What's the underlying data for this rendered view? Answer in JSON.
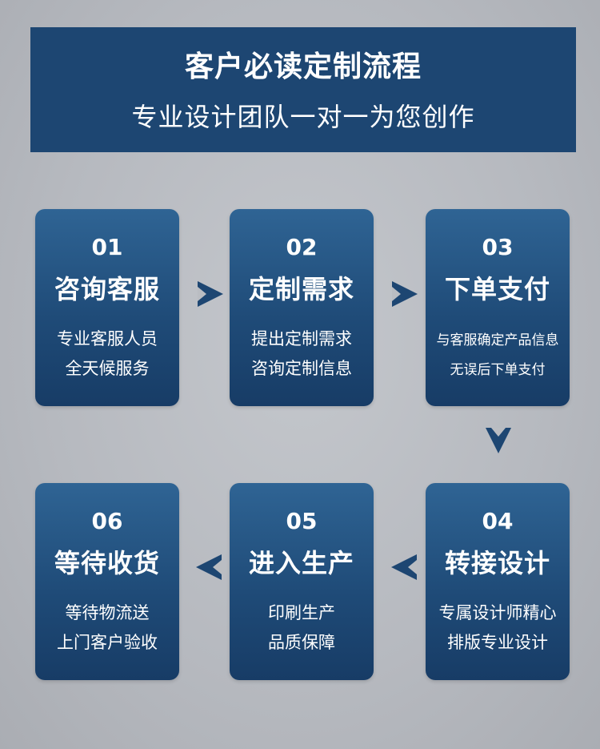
{
  "header": {
    "title": "客户必读定制流程",
    "subtitle": "专业设计团队一对一为您创作"
  },
  "colors": {
    "header_bg": "#1d4672",
    "card_top": "#2f6494",
    "card_bottom": "#173c66",
    "arrow": "#1d4672",
    "text": "#ffffff"
  },
  "steps": [
    {
      "num": "01",
      "title": "咨询客服",
      "line1": "专业客服人员",
      "line2": "全天候服务"
    },
    {
      "num": "02",
      "title": "定制需求",
      "line1": "提出定制需求",
      "line2": "咨询定制信息"
    },
    {
      "num": "03",
      "title": "下单支付",
      "line1": "与客服确定产品信息",
      "line2": "无误后下单支付"
    },
    {
      "num": "04",
      "title": "转接设计",
      "line1": "专属设计师精心",
      "line2": "排版专业设计"
    },
    {
      "num": "05",
      "title": "进入生产",
      "line1": "印刷生产",
      "line2": "品质保障"
    },
    {
      "num": "06",
      "title": "等待收货",
      "line1": "等待物流送",
      "line2": "上门客户验收"
    }
  ]
}
